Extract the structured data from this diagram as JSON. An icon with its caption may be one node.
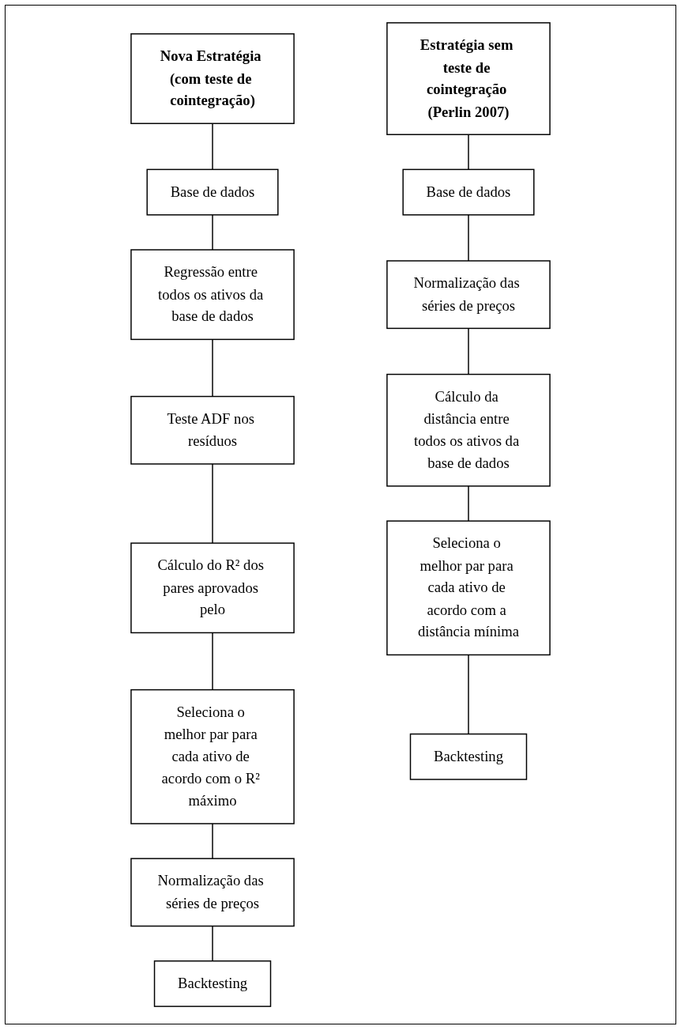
{
  "diagram": {
    "nodes": [
      {
        "text": [
          "Nova Estratégia (com teste de cointegração)"
        ]
      },
      {
        "text": [
          "Base de dados"
        ]
      },
      {
        "text": [
          "Regressão entre todos os ativos da base de dados"
        ]
      },
      {
        "text": [
          "Teste ADF nos resíduos"
        ]
      },
      {
        "text": [
          "Cálculo do R² dos pares aprovados pelo"
        ]
      },
      {
        "text": [
          "Seleciona o melhor par para cada ativo de acordo com o R² máximo"
        ]
      },
      {
        "text": [
          "Normalização das séries de preços"
        ]
      },
      {
        "text": [
          "Backtesting"
        ]
      },
      {
        "text": [
          "Estratégia sem teste de cointegração (Perlin 2007)"
        ]
      },
      {
        "text": [
          "Base de dados"
        ]
      },
      {
        "text": [
          "Normalização das séries de preços"
        ]
      },
      {
        "text": [
          "Cálculo da distância entre todos os ativos da base de dados"
        ]
      },
      {
        "text": [
          "Seleciona o melhor par para cada ativo de acordo com a distância mínima"
        ]
      },
      {
        "text": [
          "Backtesting"
        ]
      }
    ],
    "edges": [
      {
        "from": 0,
        "to": 1,
        "arrow": "none"
      },
      {
        "from": 1,
        "to": 2,
        "arrow": "none"
      },
      {
        "from": 2,
        "to": 3,
        "arrow": "none"
      },
      {
        "from": 3,
        "to": 4,
        "arrow": "none"
      },
      {
        "from": 4,
        "to": 5,
        "arrow": "none"
      },
      {
        "from": 5,
        "to": 6,
        "arrow": "none"
      },
      {
        "from": 6,
        "to": 7,
        "arrow": "none"
      },
      {
        "from": 8,
        "to": 9,
        "arrow": "none"
      },
      {
        "from": 9,
        "to": 10,
        "arrow": "none"
      },
      {
        "from": 10,
        "to": 11,
        "arrow": "none"
      },
      {
        "from": 11,
        "to": 12,
        "arrow": "none"
      },
      {
        "from": 12,
        "to": 13,
        "arrow": "none"
      }
    ]
  }
}
